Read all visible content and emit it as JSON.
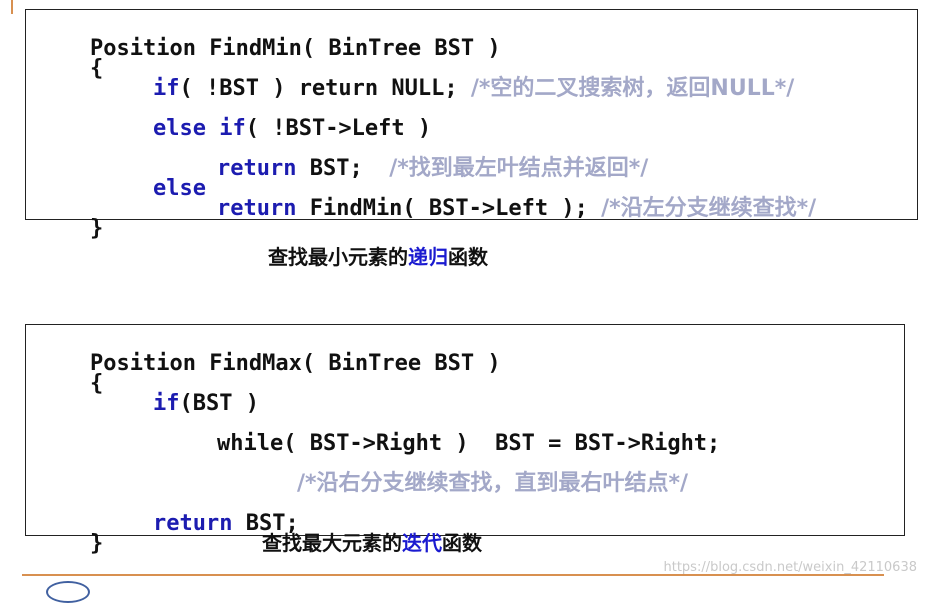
{
  "findmin": {
    "l1": "Position FindMin( BinTree BST )",
    "l2": "{",
    "l3_kw": "if",
    "l3_code": "( !BST ) return NULL; ",
    "l3_comment": "/*空的二叉搜索树，返回NULL*/",
    "l4_kw1": "else",
    "l4_kw2": "if",
    "l4_code": "( !BST->Left )",
    "l5_kw": "return",
    "l5_code": " BST;  ",
    "l5_comment": "/*找到最左叶结点并返回*/",
    "l6_kw": "else",
    "l7_kw": "return",
    "l7_code": " FindMin( BST->Left ); ",
    "l7_comment": "/*沿左分支继续查找*/",
    "l8": "}"
  },
  "caption_min": {
    "pre": "查找最小元素的",
    "hl": "递归",
    "post": "函数"
  },
  "findmax": {
    "l1": "Position FindMax( BinTree BST )",
    "l2": "{",
    "l3_kw": "if",
    "l3_code": "(BST )",
    "l4_code": "while( BST->Right )  BST = BST->Right;",
    "l5_comment": "/*沿右分支继续查找，直到最右叶结点*/",
    "l6_kw": "return",
    "l6_code": " BST;",
    "l7": "}"
  },
  "caption_max": {
    "pre": "查找最大元素的",
    "hl": "迭代",
    "post": "函数"
  },
  "watermark": "https://blog.csdn.net/weixin_42110638",
  "colors": {
    "keyword": "#1c1cb0",
    "comment": "#a3a8c8",
    "highlight": "#1a1ad0",
    "rule": "#d89050"
  }
}
